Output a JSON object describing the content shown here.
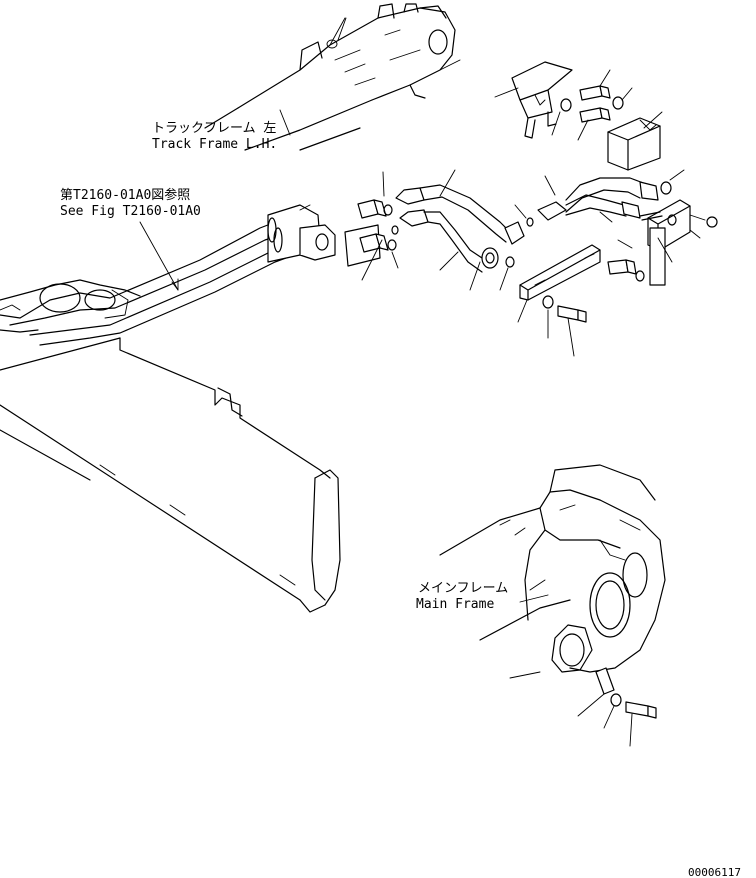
{
  "labels": {
    "track_frame_jp": "トラックフレーム 左",
    "track_frame_en": "Track Frame L.H.",
    "see_fig_jp": "第T2160-01A0図参照",
    "see_fig_en": "See Fig T2160-01A0",
    "main_frame_jp": "メインフレーム",
    "main_frame_en": "Main Frame",
    "drawing_number": "00006117"
  }
}
